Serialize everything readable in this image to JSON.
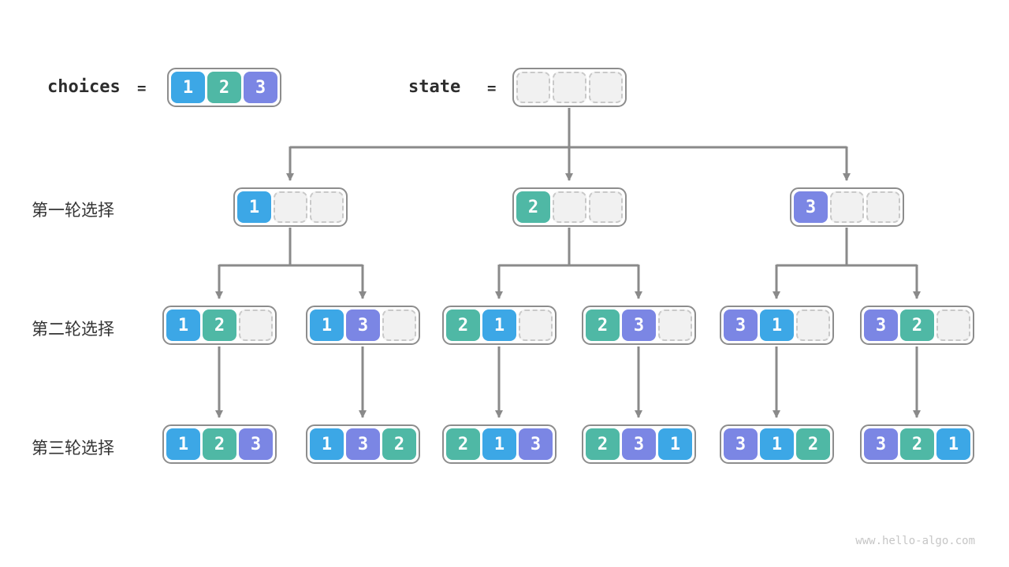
{
  "page": {
    "watermark": "www.hello-algo.com"
  },
  "colors": {
    "v1": "#3ca7e6",
    "v2": "#4fb8a5",
    "v3": "#7b86e4",
    "arrow": "#8a8a8a"
  },
  "header": {
    "choices_label": "choices",
    "choices_equals": "=",
    "choices_cells": [
      "1",
      "2",
      "3"
    ],
    "state_label": "state",
    "state_equals": "=",
    "state_cells": [
      "",
      "",
      ""
    ]
  },
  "rows": [
    {
      "label": "第一轮选择"
    },
    {
      "label": "第二轮选择"
    },
    {
      "label": "第三轮选择"
    }
  ],
  "tree": {
    "level1": [
      {
        "cells": [
          "1",
          "",
          ""
        ]
      },
      {
        "cells": [
          "2",
          "",
          ""
        ]
      },
      {
        "cells": [
          "3",
          "",
          ""
        ]
      }
    ],
    "level2": [
      {
        "cells": [
          "1",
          "2",
          ""
        ]
      },
      {
        "cells": [
          "1",
          "3",
          ""
        ]
      },
      {
        "cells": [
          "2",
          "1",
          ""
        ]
      },
      {
        "cells": [
          "2",
          "3",
          ""
        ]
      },
      {
        "cells": [
          "3",
          "1",
          ""
        ]
      },
      {
        "cells": [
          "3",
          "2",
          ""
        ]
      }
    ],
    "level3": [
      {
        "cells": [
          "1",
          "2",
          "3"
        ]
      },
      {
        "cells": [
          "1",
          "3",
          "2"
        ]
      },
      {
        "cells": [
          "2",
          "1",
          "3"
        ]
      },
      {
        "cells": [
          "2",
          "3",
          "1"
        ]
      },
      {
        "cells": [
          "3",
          "1",
          "2"
        ]
      },
      {
        "cells": [
          "3",
          "2",
          "1"
        ]
      }
    ]
  }
}
